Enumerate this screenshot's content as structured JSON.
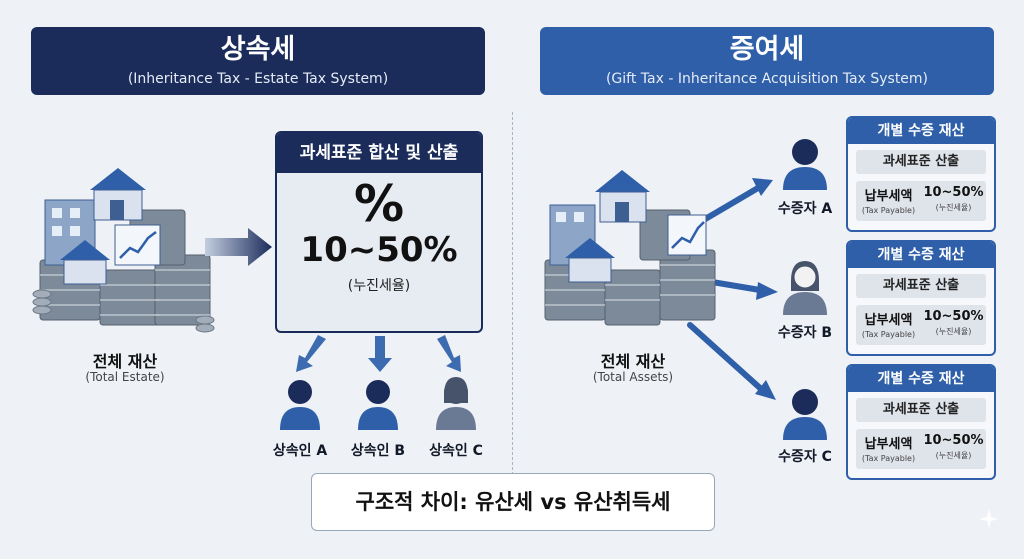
{
  "left": {
    "title": "상속세",
    "subtitle": "(Inheritance Tax - Estate Tax System)",
    "estate_label": "전체 재산",
    "estate_sub": "(Total Estate)",
    "calc_title": "과세표준 합산 및 산출",
    "calc_symbol": "%",
    "calc_rate": "10~50%",
    "calc_rate_sub": "(누진세율)",
    "heirs": [
      "상속인 A",
      "상속인 B",
      "상속인 C"
    ]
  },
  "right": {
    "title": "증여세",
    "subtitle": "(Gift Tax - Inheritance Acquisition Tax System)",
    "assets_label": "전체 재산",
    "assets_sub": "(Total Assets)",
    "recipients": [
      "수증자 A",
      "수증자 B",
      "수증자 C"
    ],
    "card": {
      "title": "개별 수증 재산",
      "calc": "과세표준 산출",
      "tax_label": "납부세액",
      "tax_sub": "(Tax Payable)",
      "rate": "10~50%",
      "rate_sub": "(누진세율)"
    }
  },
  "summary": "구조적 차이: 유산세 vs 유산취득세",
  "colors": {
    "navy": "#1b2c5b",
    "blue": "#2e5fa8",
    "bg": "#eef2f7"
  }
}
